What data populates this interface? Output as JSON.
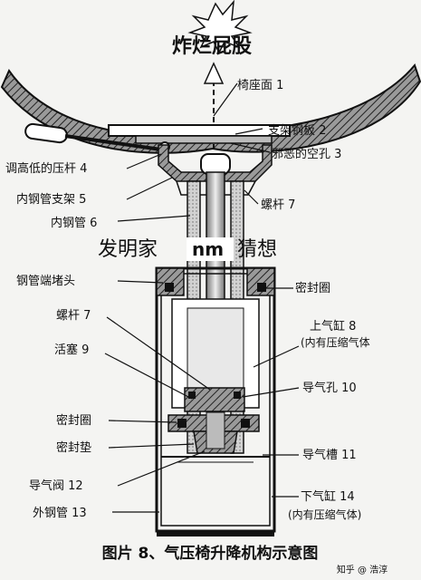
{
  "diagram": {
    "burst_text": "炸烂屁股",
    "inventor_text": "发明家",
    "inventor_nm": "nm",
    "inventor_suffix": "猜想",
    "caption": "图片 8、气压椅升降机构示意图",
    "watermark": "知乎 @ 浩淳",
    "labels": {
      "seat_surface": "椅座面 1",
      "bracket_plate": "支架钢板 2",
      "evil_hole": "邪恶的空孔 3",
      "lever": "调高低的压杆 4",
      "inner_tube_bracket": "内钢管支架 5",
      "screw_top": "螺杆 7",
      "inner_tube": "内钢管 6",
      "tube_end_plug": "钢管端堵头",
      "seal_ring_top": "密封圈",
      "screw_mid": "螺杆 7",
      "upper_cylinder": "上气缸 8",
      "upper_cylinder_note": "(内有压缩气体",
      "piston": "活塞 9",
      "air_hole": "导气孔 10",
      "seal_ring_low": "密封圈",
      "seal_gasket": "密封垫",
      "air_groove": "导气槽 11",
      "air_valve": "导气阀 12",
      "lower_cylinder": "下气缸 14",
      "lower_cylinder_note": "(内有压缩气体)",
      "outer_tube": "外钢管 13"
    }
  }
}
